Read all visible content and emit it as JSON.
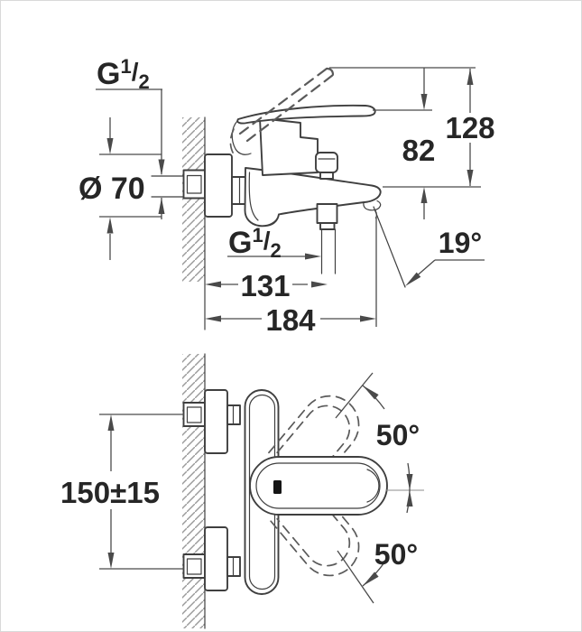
{
  "colors": {
    "background": "#ffffff",
    "border": "#d9d9d9",
    "line": "#3f3f3f",
    "dim": "#4a4a4a",
    "thin": "#8c8c8c",
    "dash": "#5a5a5a",
    "hatch": "#9a9a9a",
    "mark": "#151515",
    "text": "#262626"
  },
  "top_view": {
    "inlet_thread_label": {
      "base": "G",
      "numerator": "1",
      "slash": "/",
      "denominator": "2"
    },
    "escutcheon_diameter": "Ø 70",
    "lever_height": "82",
    "open_lever_height": "128",
    "shower_thread_label": {
      "base": "G",
      "numerator": "1",
      "slash": "/",
      "denominator": "2"
    },
    "shower_outlet_projection": "131",
    "spout_projection": "184",
    "spray_angle": "19°"
  },
  "plan_view": {
    "inlet_spacing": "150±15",
    "lever_swing_upper": "50°",
    "lever_swing_lower": "50°"
  }
}
